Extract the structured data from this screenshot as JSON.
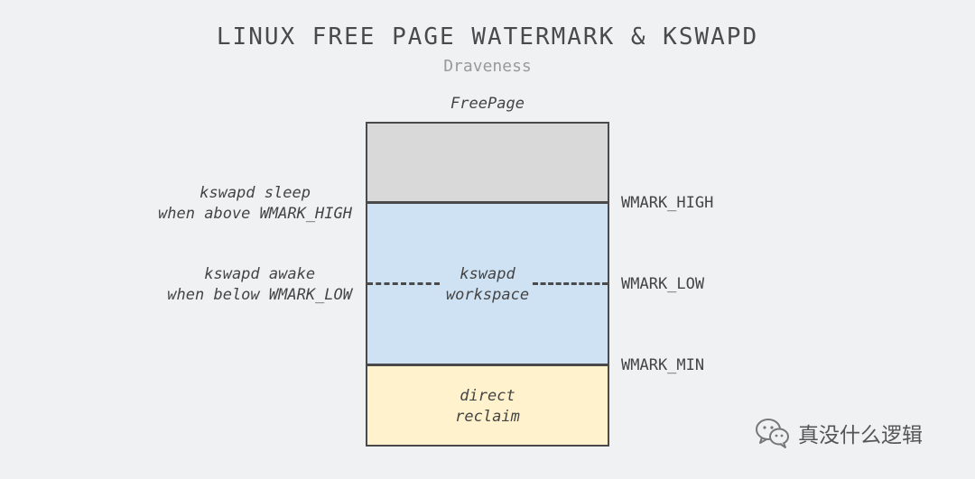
{
  "title": "LINUX FREE PAGE WATERMARK & KSWAPD",
  "author": "Draveness",
  "column_label": "FreePage",
  "zones": {
    "middle": {
      "line1": "kswapd",
      "line2": "workspace"
    },
    "bottom": {
      "line1": "direct",
      "line2": "reclaim"
    }
  },
  "notes": {
    "sleep": {
      "line1": "kswapd sleep",
      "line2": "when above WMARK_HIGH"
    },
    "awake": {
      "line1": "kswapd awake",
      "line2": "when below WMARK_LOW"
    }
  },
  "watermarks": {
    "high": "WMARK_HIGH",
    "low": "WMARK_LOW",
    "min": "WMARK_MIN"
  },
  "brand": {
    "icon": "wechat-icon",
    "text": "真没什么逻辑"
  },
  "colors": {
    "free_zone": "#d9d9d9",
    "kswapd_zone": "#cfe2f3",
    "reclaim_zone": "#fff2cc",
    "line": "#4a4a4a"
  }
}
